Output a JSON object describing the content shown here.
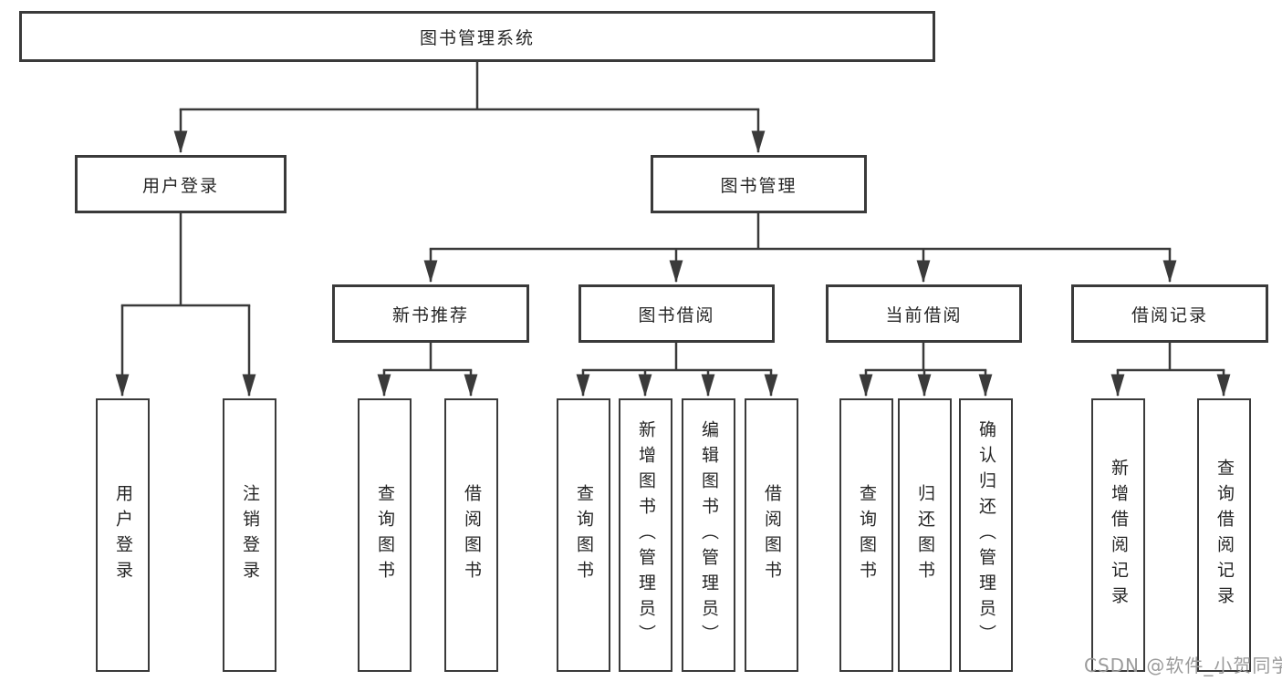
{
  "diagram": {
    "title": "图书管理系统",
    "branches": [
      {
        "label": "用户登录",
        "children": [
          {
            "label": "用户登录"
          },
          {
            "label": "注销登录"
          }
        ]
      },
      {
        "label": "图书管理",
        "children": [
          {
            "label": "新书推荐",
            "children": [
              {
                "label": "查询图书"
              },
              {
                "label": "借阅图书"
              }
            ]
          },
          {
            "label": "图书借阅",
            "children": [
              {
                "label": "查询图书"
              },
              {
                "label": "新增图书（管理员）"
              },
              {
                "label": "编辑图书（管理员）"
              },
              {
                "label": "借阅图书"
              }
            ]
          },
          {
            "label": "当前借阅",
            "children": [
              {
                "label": "查询图书"
              },
              {
                "label": "归还图书"
              },
              {
                "label": "确认归还（管理员）"
              }
            ]
          },
          {
            "label": "借阅记录",
            "children": [
              {
                "label": "新增借阅记录"
              },
              {
                "label": "查询借阅记录"
              }
            ]
          }
        ]
      }
    ]
  },
  "watermark": {
    "text": "CSDN @软件_小贺同学"
  },
  "colors": {
    "line": "#3a3a3a",
    "box_border": "#3a3a3a",
    "text": "#262626",
    "watermark_text": "#9b9b9b",
    "background": "#ffffff"
  }
}
